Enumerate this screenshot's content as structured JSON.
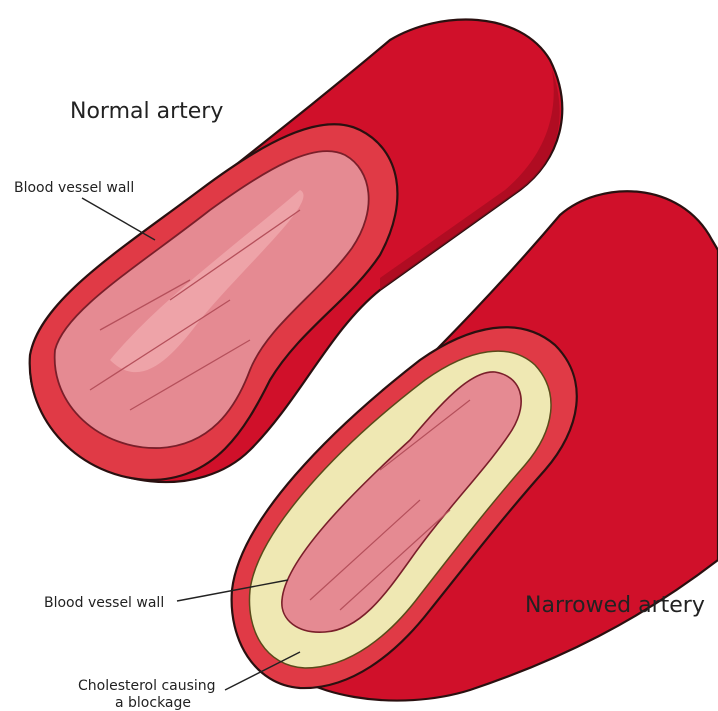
{
  "labels": {
    "normal_title": "Normal artery",
    "normal_wall": "Blood vessel wall",
    "narrowed_title": "Narrowed artery",
    "narrowed_wall": "Blood vessel wall",
    "cholesterol_line1": "Cholesterol causing",
    "cholesterol_line2": "a blockage"
  },
  "colors": {
    "artery_red": "#d0102a",
    "artery_dark": "#a30b20",
    "wall_ring": "#e03a46",
    "lumen_pink": "#e58a92",
    "lumen_light": "#f0a9ae",
    "plaque_cream": "#efe8b3"
  }
}
